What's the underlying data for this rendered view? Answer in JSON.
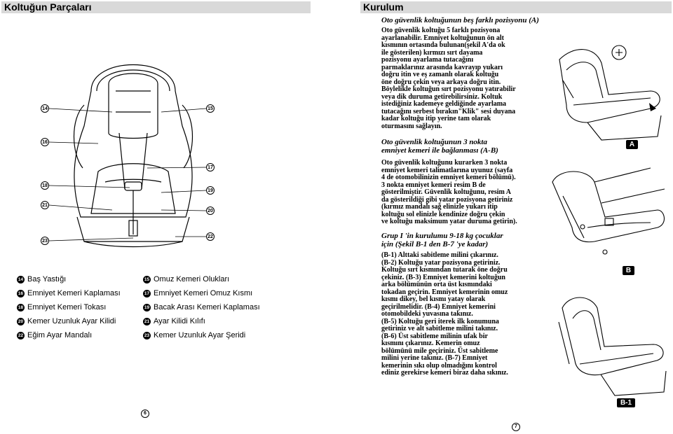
{
  "left": {
    "header": "Koltuğun Parçaları",
    "callouts": {
      "c14": "14",
      "c16": "16",
      "c18": "18",
      "c21": "21",
      "c23": "23",
      "c15": "15",
      "c17": "17",
      "c19": "19",
      "c20": "20",
      "c22": "22"
    },
    "legend": [
      {
        "num": "14",
        "label": "Baş Yastığı"
      },
      {
        "num": "16",
        "label": "Emniyet Kemeri Kaplaması"
      },
      {
        "num": "18",
        "label": "Emniyet Kemeri Tokası"
      },
      {
        "num": "20",
        "label": "Kemer Uzunluk Ayar Kilidi"
      },
      {
        "num": "22",
        "label": "Eğim Ayar Mandalı"
      },
      {
        "num": "15",
        "label": "Omuz Kemeri Olukları"
      },
      {
        "num": "17",
        "label": "Emniyet Kemeri Omuz Kısmı"
      },
      {
        "num": "19",
        "label": "Bacak Arası Kemeri Kaplaması"
      },
      {
        "num": "21",
        "label": "Ayar Kilidi Kılıfı"
      },
      {
        "num": "23",
        "label": "Kemer Uzunluk Ayar Şeridi"
      }
    ],
    "page_number": "6"
  },
  "right": {
    "header": "Kurulum",
    "section_a_title": "Oto güvenlik koltuğunun beş farklı pozisyonu (A)",
    "section_a_text": "Oto güvenlik koltuğu 5 farklı pozisyona\nayarlanabilir. Emniyet koltuğunun ön alt\nkısmının ortasında bulunan(şekil A'da ok\nile gösterilen) kırmızı sırt dayama\npozisyonu ayarlama tutacağını\nparmaklarınız arasında kavrayıp yukarı\ndoğru itin ve eş zamanlı olarak koltuğu\nöne doğru çekin veya arkaya doğru itin.\nBöylelikle koltuğun sırt pozisyonu yatırabilir\nveya dik duruma getirebilirsiniz. Koltuk\nistediğiniz kademeye geldiğinde ayarlama\ntutacağını serbest bırakın\"Klik\" sesi duyana\nkadar koltuğu itip yerine tam olarak\noturmasını sağlayın.",
    "section_b_title": "Oto güvenlik koltuğunun 3 nokta\nemniyet kemeri ile bağlanması (A-B)",
    "section_b_text": "Oto güvenlik koltuğunu kurarken 3 nokta\nemniyet kemeri talimatlarına uyunuz (sayfa\n4 de otomobilinizin emniyet kemeri bölümü).\n3 nokta emniyet kemeri resim B de\ngösterilmiştir. Güvenlik koltuğunu, resim A\nda gösterildiği gibi yatar pozisyona getiriniz\n(kırmız mandalı sağ elinizle yukarı itip\nkoltuğu sol elinizle kendinize doğru çekin\nve koltuğu maksimum yatar duruma getirin).",
    "section_c_title": "Grup I 'in kurulumu 9-18 kg çocuklar\niçin (Şekil B-1 den B-7 'ye kadar)",
    "section_c_text": "(B-1) Alttaki sabitleme milini çıkarınız.\n(B-2) Koltuğu yatar pozisyona getiriniz.\nKoltuğu sırt kısmından tutarak öne doğru\nçekiniz. (B-3) Emniyet kemerini koltuğun\narka bölümünün orta üst kısmındaki\ntokadan geçirin. Emniyet kemerinin omuz\nkısmı dikey, bel kısmı yatay olarak\ngeçirilmelidir. (B-4) Emniyet kemerini\notomobildeki yuvasına takınız.\n(B-5) Koltuğu geri iterek ilk konumuna\ngetiriniz ve alt sabitleme milini takınız.\n(B-6) Üst sabitleme milinin ufak bir\nkısmını çıkarınız. Kemerin omuz\nbölümünü mile geçiriniz. Üst sabitleme\nmilini yerine takınız. (B-7) Emniyet\nkemerinin sıkı olup olmadığını kontrol\nediniz gerekirse kemeri biraz daha sıkınız.",
    "badges": {
      "a": "A",
      "b": "B",
      "b1": "B-1"
    },
    "page_number": "7"
  }
}
